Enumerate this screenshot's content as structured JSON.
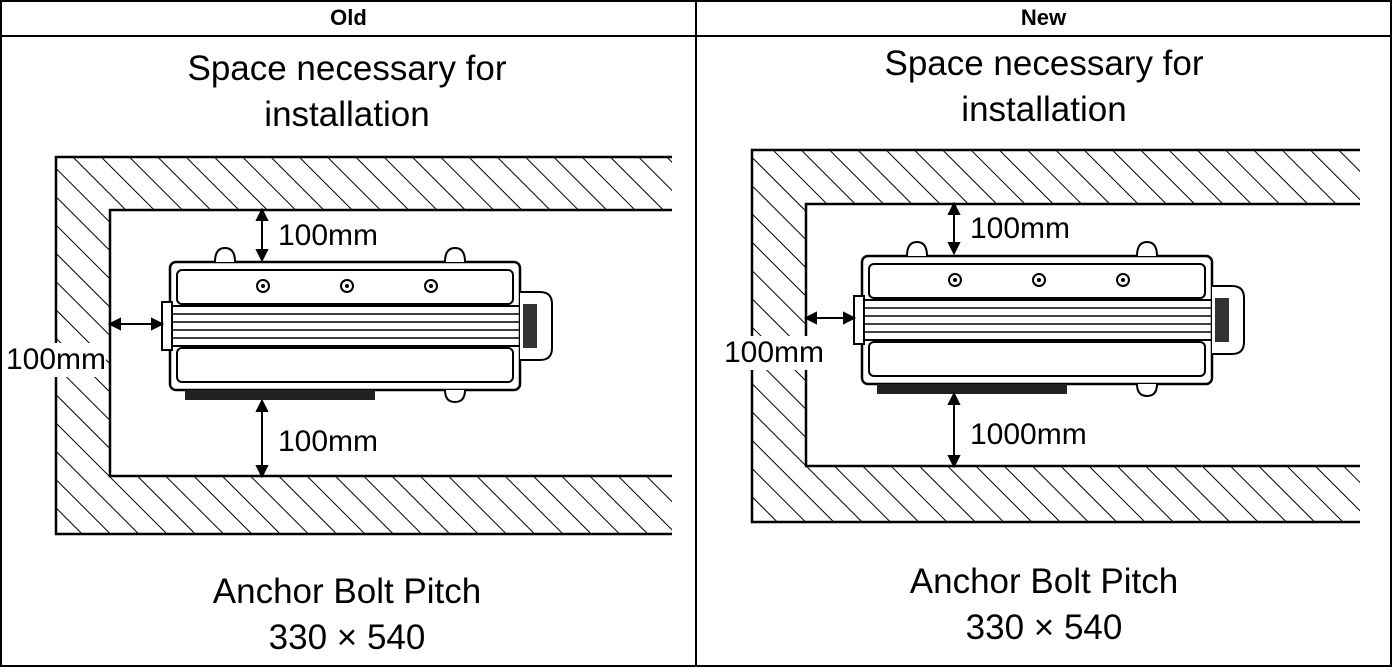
{
  "columns": [
    {
      "title": "Old",
      "heading_line1": "Space necessary for",
      "heading_line2": "installation",
      "dim_top": "100mm",
      "dim_left": "100mm",
      "dim_bottom": "100mm",
      "footer_line1": "Anchor Bolt Pitch",
      "footer_line2": "330 × 540"
    },
    {
      "title": "New",
      "heading_line1": "Space necessary for",
      "heading_line2": "installation",
      "dim_top": "100mm",
      "dim_left": "100mm",
      "dim_bottom": "1000mm",
      "footer_line1": "Anchor Bolt Pitch",
      "footer_line2": "330 × 540"
    }
  ]
}
